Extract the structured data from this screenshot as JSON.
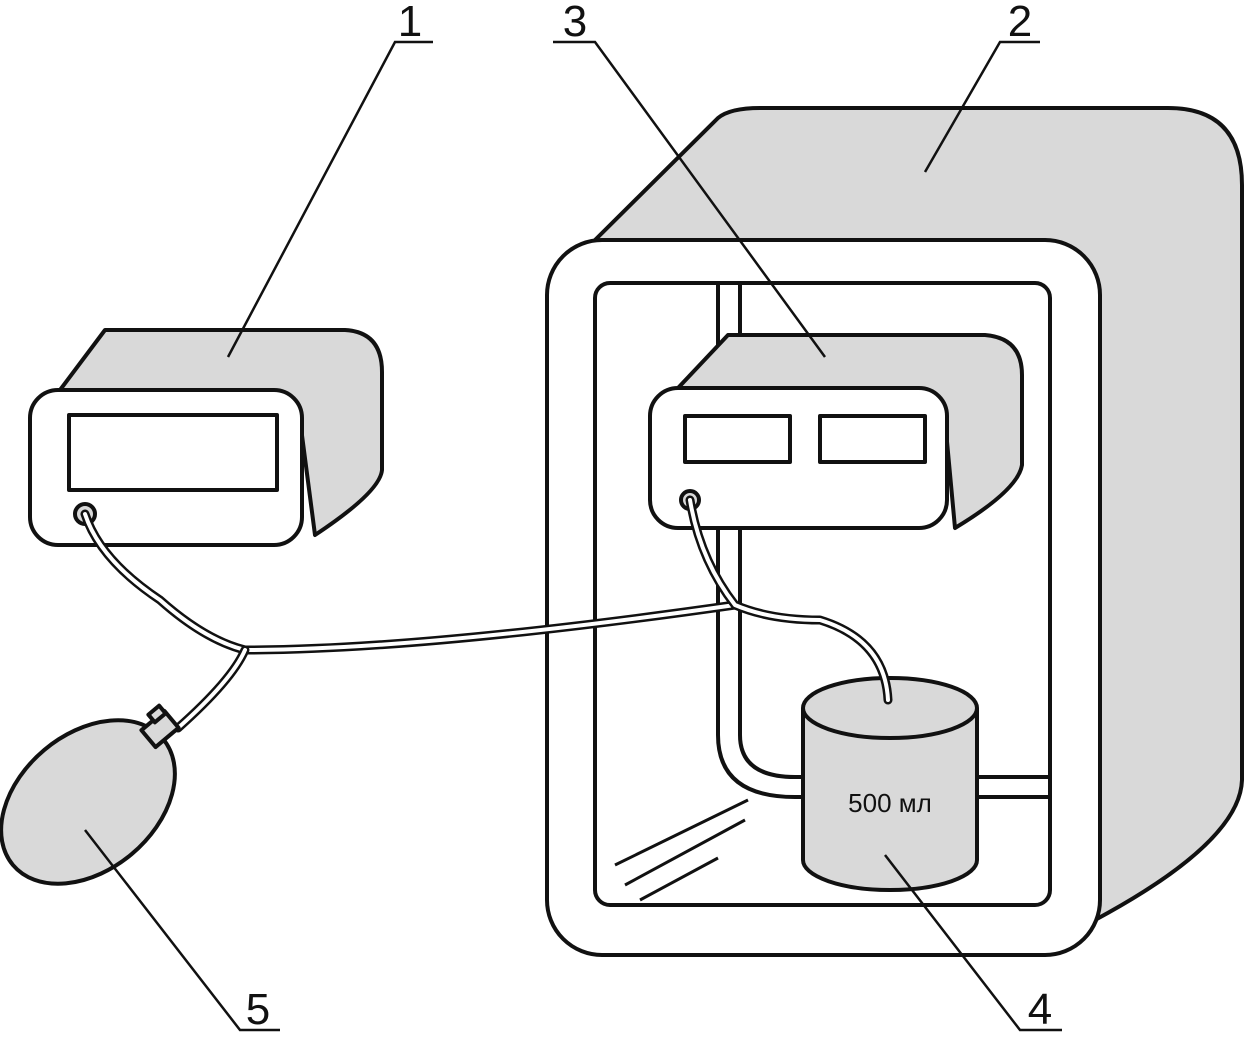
{
  "colors": {
    "line": "#111111",
    "fill": "#d9d9d9",
    "background": "#ffffff"
  },
  "callouts": [
    {
      "id": "1",
      "text": "1"
    },
    {
      "id": "2",
      "text": "2"
    },
    {
      "id": "3",
      "text": "3"
    },
    {
      "id": "4",
      "text": "4"
    },
    {
      "id": "5",
      "text": "5"
    }
  ],
  "container_volume": "500 мл"
}
